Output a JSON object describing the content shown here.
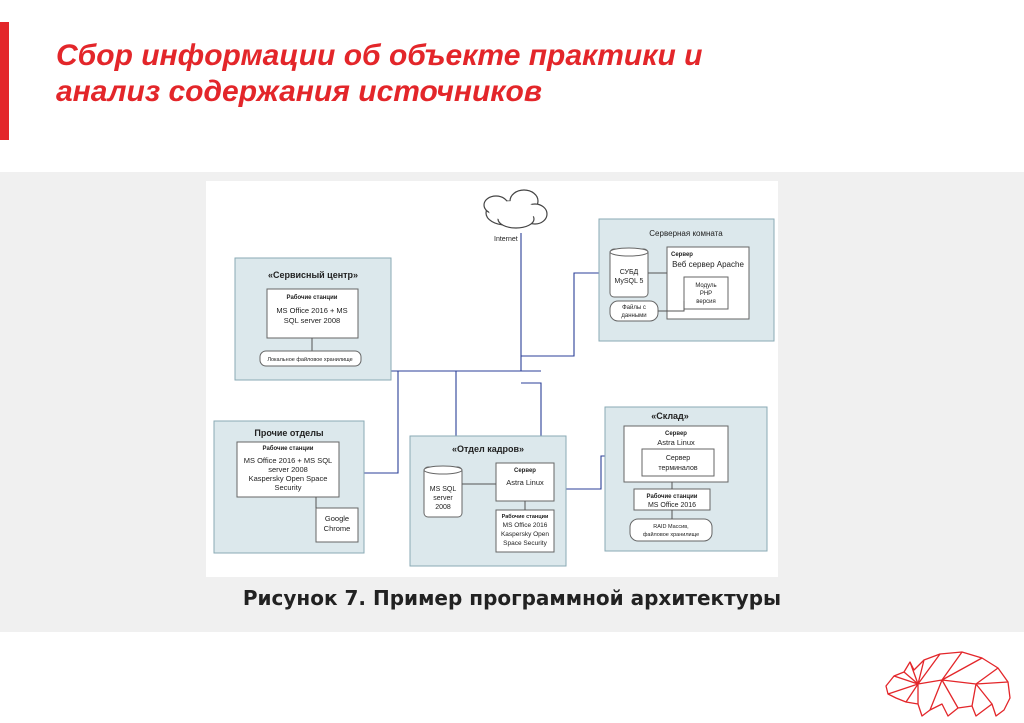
{
  "slide": {
    "title_line1": "Сбор информации об объекте практики и",
    "title_line2": "анализ содержания источников",
    "caption": "Рисунок 7. Пример программной архитектуры"
  },
  "colors": {
    "accent": "#e3262a",
    "block_fill": "#dce8ec",
    "block_border": "#8aaab4",
    "link": "#2b3f98",
    "panel": "#f0f0f0"
  },
  "diagram": {
    "internet": "Internet",
    "server_room": {
      "title": "Серверная комната",
      "dbms_line1": "СУБД",
      "dbms_line2": "MySQL 5",
      "server_label": "Сервер",
      "web_server": "Веб сервер Apache",
      "module_line1": "Модуль",
      "module_line2": "PHP",
      "module_line3": "версия",
      "files_line1": "Файлы с",
      "files_line2": "данными"
    },
    "service_center": {
      "title": "«Сервисный центр»",
      "workstations": "Рабочие станции",
      "software_line1": "MS Office 2016 + MS",
      "software_line2": "SQL server 2008",
      "storage": "Локальное файловое хранилище"
    },
    "other_departments": {
      "title": "Прочие отделы",
      "workstations": "Рабочие станции",
      "software_line1": "MS Office 2016 + MS SQL",
      "software_line2": "server 2008",
      "software_line3": "Kaspersky Open Space",
      "software_line4": "Security",
      "browser_line1": "Google",
      "browser_line2": "Chrome"
    },
    "hr_department": {
      "title": "«Отдел кадров»",
      "db_line1": "MS SQL",
      "db_line2": "server",
      "db_line3": "2008",
      "server_label": "Сервер",
      "os": "Astra Linux",
      "workstations": "Рабочие станции",
      "software_line1": "MS Office 2016",
      "software_line2": "Kaspersky Open",
      "software_line3": "Space Security"
    },
    "warehouse": {
      "title": "«Склад»",
      "server_label": "Сервер",
      "os": "Astra Linux",
      "terminal_line1": "Сервер",
      "terminal_line2": "терминалов",
      "workstations": "Рабочие станции",
      "software": "MS Office 2016",
      "storage_line1": "RAID Массив,",
      "storage_line2": "файловое хранилище"
    }
  }
}
